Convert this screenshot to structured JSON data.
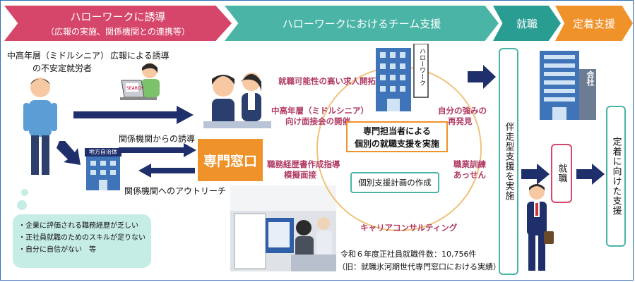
{
  "header": {
    "step1_title": "ハローワークに誘導",
    "step1_sub": "（広報の実施、関係機関との連携等）",
    "step2_title": "ハローワークにおけるチーム支援",
    "step3_title": "就職",
    "step4_title": "定着支援"
  },
  "left": {
    "target_line1": "中高年層（ミドルシニア）",
    "target_line2": "の不安定就労者",
    "pr_label": "広報による誘導",
    "municipality_sign": "地方自治体",
    "from_agencies": "関係機関からの誘導",
    "outreach": "関係機関へのアウトリーチ",
    "issues": [
      "・企業に評価される職務経歴が乏しい",
      "・正社員就職のためのスキルが足りない",
      "・自分に自信がない　等"
    ]
  },
  "center": {
    "window_label": "専門窓口",
    "hellowork_sign": "ハローワーク",
    "core_line1": "専門担当者による",
    "core_line2": "個別の就職支援を実施",
    "plan": "個別支援計画の作成",
    "items": {
      "job_dev": "就職可能性の高い求人開拓",
      "interview_1": "中高年層（ミドルシニア）",
      "interview_2": "向け面接会の開催",
      "strength_1": "自分の強みの",
      "strength_2": "再発見",
      "resume_1": "職務経歴書作成指導",
      "resume_2": "模擬面接",
      "training_1": "職業訓練",
      "training_2": "あっせん",
      "career": "キャリアコンサルティング"
    },
    "stats_line1": "令和６年度正社員就職件数：10,756件",
    "stats_line2": "（旧：就職氷河期世代専門窓口における実績）"
  },
  "right": {
    "accompany": "伴走型支援を実施",
    "company_sign": "会社",
    "employment": "就職",
    "retention": "定着に向けた支援"
  },
  "colors": {
    "pink": "#d6466b",
    "teal": "#4ab5a6",
    "orange": "#f0922a",
    "navy": "#1f2f6b"
  }
}
